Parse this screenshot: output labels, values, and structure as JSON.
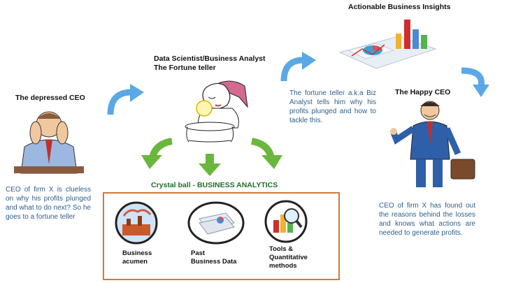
{
  "top_right": {
    "title": "Actionable Business Insights"
  },
  "center_top": {
    "line1": "Data Scientist/Business Analyst",
    "line2": "The Fortune teller"
  },
  "left": {
    "title": "The depressed CEO",
    "desc": "CEO of firm X is clueless on why his profits plunged and what to do next? So he goes to a fortune teller"
  },
  "middle_right": {
    "desc": "The fortune teller a.k.a Biz Analyst tells him why his profits plunged and how to tackle this."
  },
  "right": {
    "title": "The Happy CEO",
    "desc": "CEO of firm X has found out the reasons behind the losses and knows what actions are needed to generate profits."
  },
  "crystal": {
    "title": "Crystal ball - BUSINESS ANALYTICS"
  },
  "items": [
    {
      "label1": "Business",
      "label2": "acumen"
    },
    {
      "label1": "Past",
      "label2": "Business Data"
    },
    {
      "label1": "Tools &",
      "label2": "Quantitative methods"
    }
  ],
  "colors": {
    "blue_text": "#2e5f8a",
    "green_title": "#1f6e2a",
    "box_border": "#d07a3a",
    "arrow_blue": "#5aa8e6",
    "arrow_green": "#6ab73e"
  }
}
